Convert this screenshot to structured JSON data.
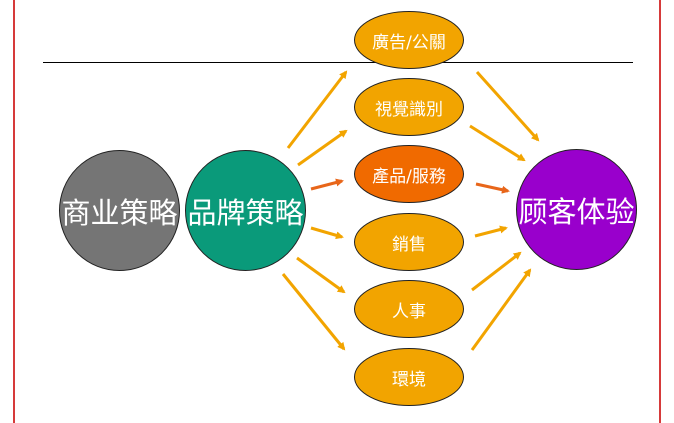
{
  "nodes": {
    "business_strategy": "商业策略",
    "brand_strategy": "品牌策略",
    "customer_experience": "顾客体验"
  },
  "touchpoints": [
    {
      "label": "廣告/公關"
    },
    {
      "label": "視覺識別"
    },
    {
      "label": "產品/服務"
    },
    {
      "label": "銷售"
    },
    {
      "label": "人事"
    },
    {
      "label": "環境"
    }
  ],
  "colors": {
    "business_strategy": "#757575",
    "brand_strategy": "#0a9a7a",
    "customer_experience": "#9900cc",
    "touchpoint": "#f2a400",
    "touchpoint_highlight": "#f06a00",
    "arrow": "#f2a400",
    "arrow_highlight": "#e8661a",
    "frame": "#d63a3a"
  }
}
